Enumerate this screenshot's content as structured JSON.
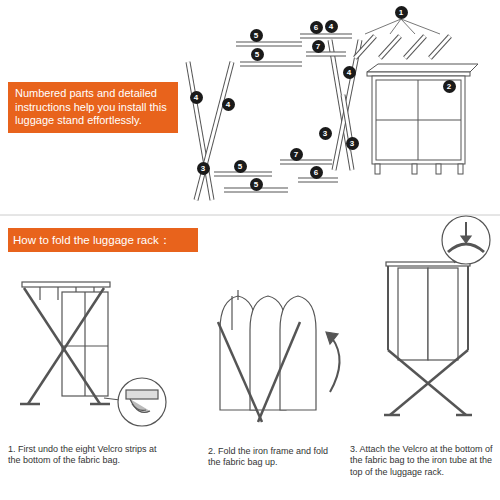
{
  "diagram": {
    "nodes": [
      {
        "text": [
          "Numbered parts and detailed instructions help you install this luggage stand effortlessly."
        ]
      },
      {
        "text": [
          "How to fold the luggage rack："
        ]
      }
    ],
    "labels": [
      "1",
      "5",
      "4",
      "6",
      "5",
      "7",
      "4",
      "2",
      "4",
      "4",
      "3",
      "3",
      "3",
      "5",
      "7",
      "5",
      "6",
      "1. First undo the eight Velcro strips at the bottom of the fabric bag.",
      "2. Fold the iron frame and fold the fabric bag up.",
      "3. Attach the Velcro at the bottom of the fabric bag to the iron tube at the top of the luggage rack."
    ]
  }
}
